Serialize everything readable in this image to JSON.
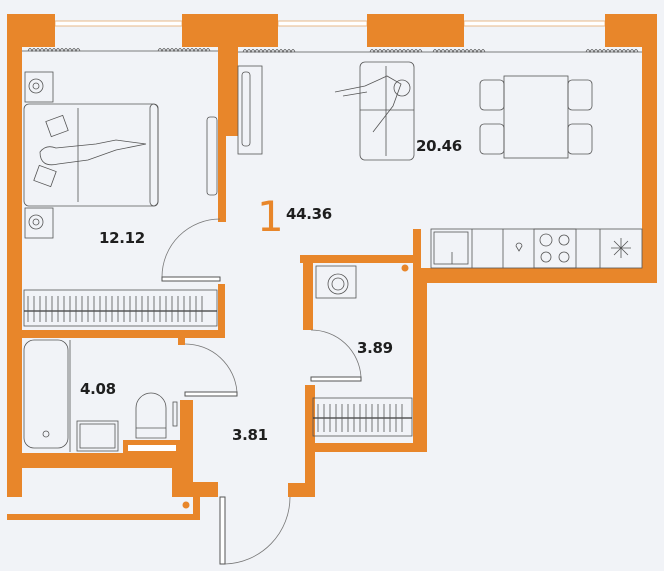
{
  "plan": {
    "apartment_rooms_count": "1",
    "total_area": "44.36",
    "rooms": {
      "bedroom_area": "12.12",
      "living_kitchen_area": "20.46",
      "laundry_area": "3.89",
      "bathroom_area": "4.08",
      "hallway_area": "3.81"
    }
  },
  "colors": {
    "wall": "#e8862a",
    "background": "#f1f3f7"
  }
}
